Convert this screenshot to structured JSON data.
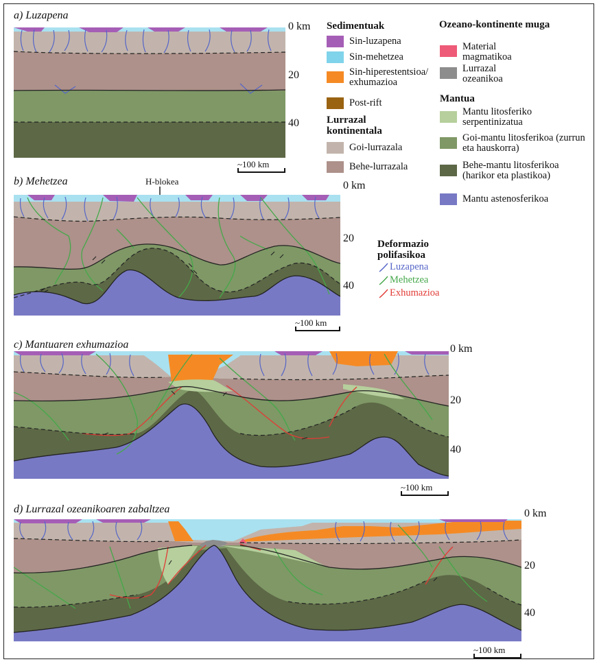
{
  "panels": [
    {
      "title": "a) Luzapena",
      "depths": [
        "0 km",
        "20",
        "40"
      ],
      "scale": "~100 km"
    },
    {
      "title": "b) Mehetzea",
      "depths": [
        "0 km",
        "20",
        "40"
      ],
      "scale": "~100 km",
      "annotation": "H-blokea"
    },
    {
      "title": "c) Mantuaren exhumazioa",
      "depths": [
        "0 km",
        "20",
        "40"
      ],
      "scale": "~100 km"
    },
    {
      "title": "d) Lurrazal ozeanikoaren zabaltzea",
      "depths": [
        "0 km",
        "20",
        "40"
      ],
      "scale": "~100 km"
    }
  ],
  "legend": {
    "sedimentuak": {
      "heading": "Sedimentuak",
      "items": [
        {
          "label": "Sin-luzapena",
          "color": "#a55eb6"
        },
        {
          "label": "Sin-mehetzea",
          "color": "#7fd3ea"
        },
        {
          "label": "Sin-hiperestentsioa/ exhumazioa",
          "color": "#f58a24"
        },
        {
          "label": "Post-rift",
          "color": "#9a6312"
        }
      ]
    },
    "lurrazal": {
      "heading": "Lurrazal kontinentala",
      "items": [
        {
          "label": "Goi-lurrazala",
          "color": "#c2b4ac"
        },
        {
          "label": "Behe-lurrazala",
          "color": "#ad918a"
        }
      ]
    },
    "ozeano": {
      "heading": "Ozeano-kontinente muga",
      "items": [
        {
          "label": "Material magmatikoa",
          "color": "#ee5b78"
        },
        {
          "label": "Lurrazal ozeanikoa",
          "color": "#8d8d8d"
        }
      ]
    },
    "mantua": {
      "heading": "Mantua",
      "items": [
        {
          "label": "Mantu litosferiko serpentinizatua",
          "color": "#b6cf9c"
        },
        {
          "label": "Goi-mantu litosferikoa (zurrun eta hauskorra)",
          "color": "#7f9866"
        },
        {
          "label": "Behe-mantu litosferikoa (harikor eta plastikoa)",
          "color": "#5d6846"
        },
        {
          "label": "Mantu astenosferikoa",
          "color": "#7879c4"
        }
      ]
    },
    "deformazioa": {
      "heading": "Deformazio polifasikoa",
      "items": [
        {
          "label": "Luzapena",
          "color": "#5565c8"
        },
        {
          "label": "Mehetzea",
          "color": "#45a84a"
        },
        {
          "label": "Exhumazioa",
          "color": "#e23b36"
        }
      ]
    }
  }
}
